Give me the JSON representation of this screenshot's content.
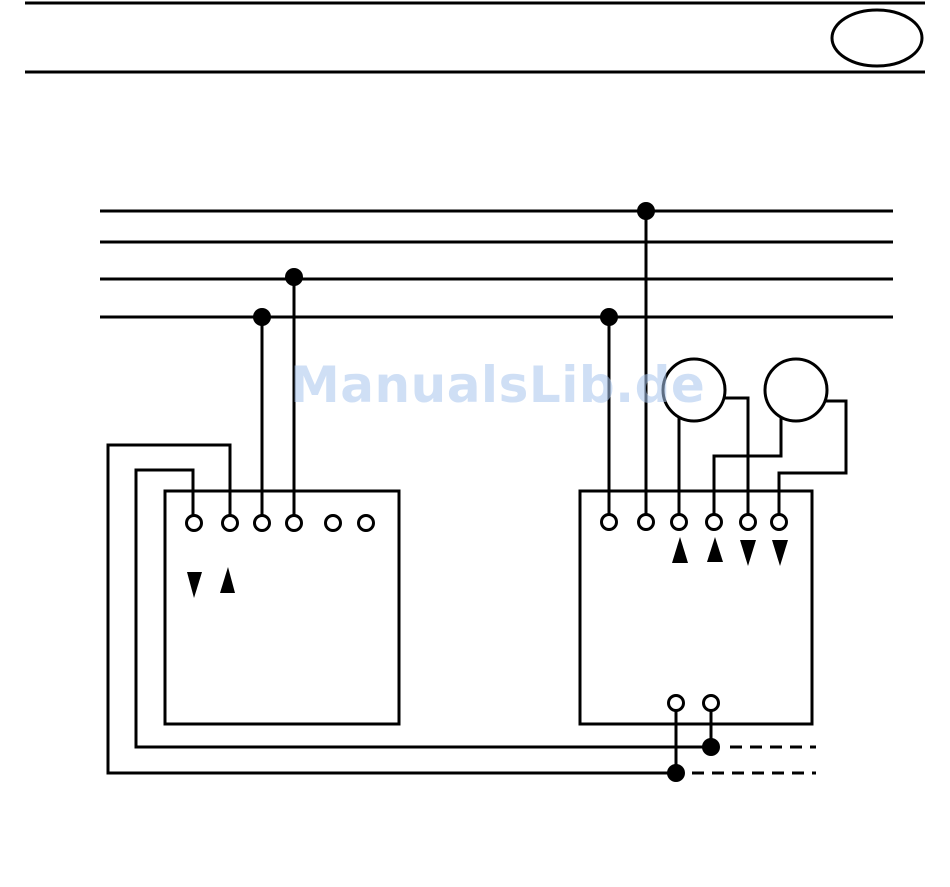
{
  "watermark": {
    "text": "ManualsLib.de",
    "color": "#a9c6ee"
  },
  "colors": {
    "ink": "#000000",
    "paper": "#ffffff"
  },
  "icons": {
    "terminal": "open-circle",
    "junction": "filled-dot",
    "up": "triangle-up",
    "down": "triangle-down",
    "motor": "circle"
  },
  "diagram": {
    "supply_lines": 4,
    "left_unit": {
      "terminals": 6,
      "arrows": [
        "down",
        "up"
      ]
    },
    "right_unit": {
      "terminals": 6,
      "arrows": [
        "up",
        "up",
        "down",
        "down"
      ],
      "bottom_terminals": 2
    },
    "motors": 2
  }
}
